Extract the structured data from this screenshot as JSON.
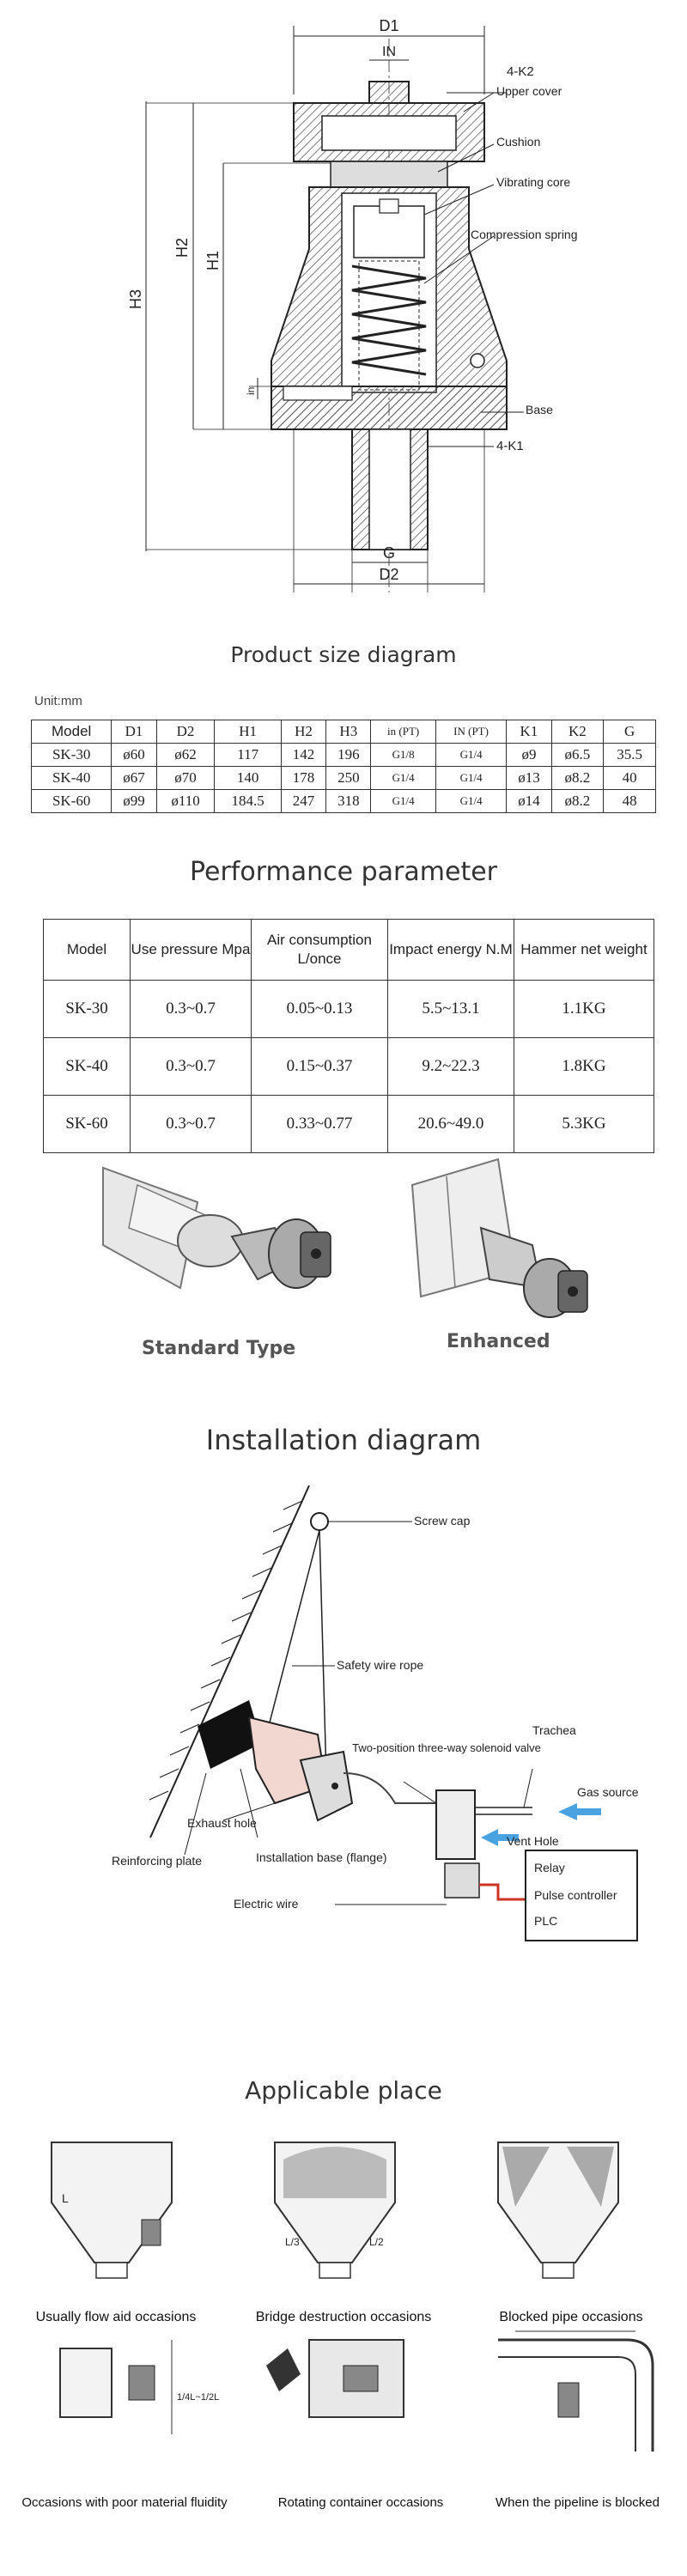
{
  "diagram_labels": {
    "d1": "D1",
    "in": "IN",
    "k2": "4-K2",
    "upper_cover": "Upper cover",
    "cushion": "Cushion",
    "vibrating_core": "Vibrating core",
    "compression_spring": "Compression spring",
    "h2": "H2",
    "h1": "H1",
    "h3": "H3",
    "in_small": "in",
    "base": "Base",
    "k1": "4-K1",
    "g": "G",
    "d2": "D2"
  },
  "size_section": {
    "title": "Product size diagram",
    "unit": "Unit:mm",
    "headers": [
      "Model",
      "D1",
      "D2",
      "H1",
      "H2",
      "H3",
      "in (PT)",
      "IN (PT)",
      "K1",
      "K2",
      "G"
    ],
    "rows": [
      [
        "SK-30",
        "ø60",
        "ø62",
        "117",
        "142",
        "196",
        "G1/8",
        "G1/4",
        "ø9",
        "ø6.5",
        "35.5"
      ],
      [
        "SK-40",
        "ø67",
        "ø70",
        "140",
        "178",
        "250",
        "G1/4",
        "G1/4",
        "ø13",
        "ø8.2",
        "40"
      ],
      [
        "SK-60",
        "ø99",
        "ø110",
        "184.5",
        "247",
        "318",
        "G1/4",
        "G1/4",
        "ø14",
        "ø8.2",
        "48"
      ]
    ]
  },
  "performance_section": {
    "title": "Performance parameter",
    "headers": [
      "Model",
      "Use pressure Mpa",
      "Air consumption L/once",
      "Impact energy N.M",
      "Hammer net weight"
    ],
    "rows": [
      [
        "SK-30",
        "0.3~0.7",
        "0.05~0.13",
        "5.5~13.1",
        "1.1KG"
      ],
      [
        "SK-40",
        "0.3~0.7",
        "0.15~0.37",
        "9.2~22.3",
        "1.8KG"
      ],
      [
        "SK-60",
        "0.3~0.7",
        "0.33~0.77",
        "20.6~49.0",
        "5.3KG"
      ]
    ]
  },
  "types": {
    "standard": "Standard Type",
    "enhanced": "Enhanced"
  },
  "installation_section": {
    "title": "Installation diagram",
    "labels": {
      "screw_cap": "Screw cap",
      "safety_wire": "Safety wire rope",
      "trachea": "Trachea",
      "solenoid": "Two-position three-way solenoid valve",
      "gas_source": "Gas source",
      "exhaust_hole": "Exhaust hole",
      "vent_hole": "Vent Hole",
      "reinforcing_plate": "Reinforcing plate",
      "installation_base": "Installation base (flange)",
      "electric_wire": "Electric wire",
      "relay": "Relay",
      "pulse_controller": "Pulse controller",
      "plc": "PLC"
    }
  },
  "applicable_section": {
    "title": "Applicable place",
    "places": [
      "Usually flow aid occasions",
      "Bridge destruction occasions",
      "Blocked pipe occasions",
      "Occasions with poor material fluidity",
      "Rotating container occasions",
      "When the pipeline is blocked"
    ],
    "dims": {
      "l": "L",
      "l3": "L/3",
      "l2": "L/2",
      "l_range": "1/4L~1/2L"
    }
  },
  "colors": {
    "line": "#222222",
    "hatch": "#555555",
    "blue_arrow": "#4aa3e0",
    "red_wire": "#cc3322",
    "pink_body": "#f2d6d0"
  }
}
